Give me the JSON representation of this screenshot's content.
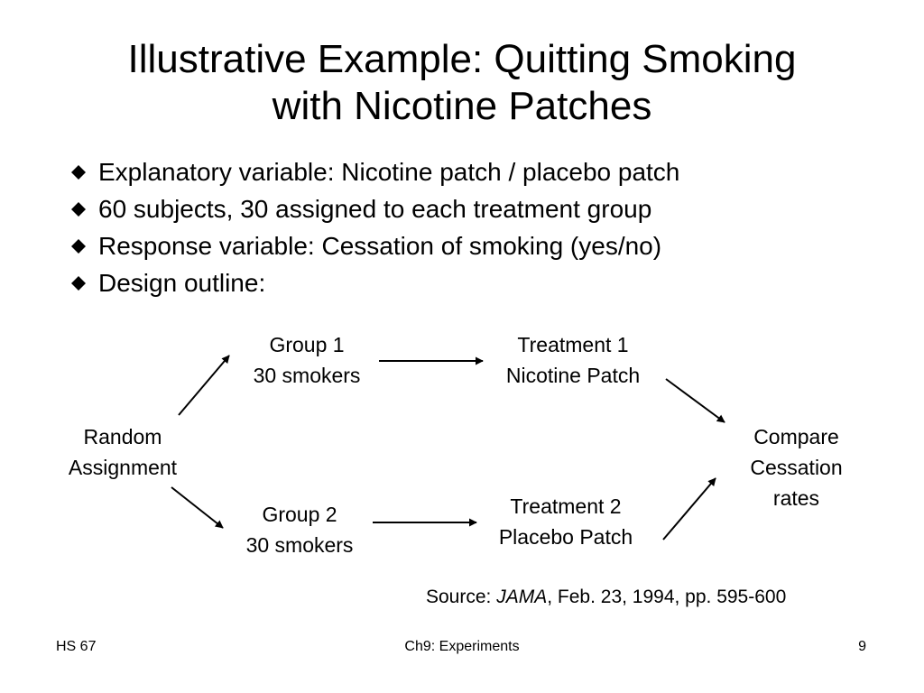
{
  "title": {
    "line1": "Illustrative Example: Quitting Smoking",
    "line2": "with Nicotine Patches"
  },
  "bullets": [
    "Explanatory variable: Nicotine patch / placebo patch",
    "60 subjects, 30 assigned to each treatment group",
    "Response variable: Cessation of smoking (yes/no)",
    "Design outline:"
  ],
  "bullet_icon": "diamond-bullet-icon",
  "diagram": {
    "random": {
      "line1": "Random",
      "line2": "Assignment"
    },
    "group1": {
      "line1": "Group 1",
      "line2": "30 smokers"
    },
    "group2": {
      "line1": "Group 2",
      "line2": "30 smokers"
    },
    "treatment1": {
      "line1": "Treatment 1",
      "line2": "Nicotine Patch"
    },
    "treatment2": {
      "line1": "Treatment 2",
      "line2": "Placebo Patch"
    },
    "compare": {
      "line1": "Compare",
      "line2": "Cessation",
      "line3": "rates"
    }
  },
  "source": {
    "prefix": "Source: ",
    "journal": "JAMA",
    "rest": ", Feb. 23, 1994, pp. 595-600"
  },
  "footer": {
    "left": "HS 67",
    "center": "Ch9: Experiments",
    "right": "9"
  }
}
